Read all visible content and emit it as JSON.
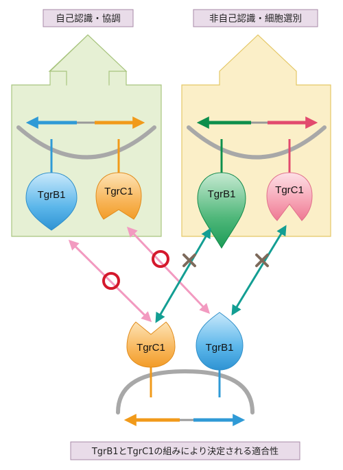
{
  "labels": {
    "left_title": "自己認識・協調",
    "right_title": "非自己認識・細胞選別",
    "bottom_caption": "TgrB1とTgrC1の組みにより決定される適合性"
  },
  "proteins": {
    "left_b1": "TgrB1",
    "left_c1": "TgrC1",
    "right_b1": "TgrB1",
    "right_c1": "TgrC1",
    "bottom_c1": "TgrC1",
    "bottom_b1": "TgrB1"
  },
  "colors": {
    "left_fill": "#e6f0d4",
    "left_stroke": "#a8c47e",
    "right_fill": "#fbefc8",
    "right_stroke": "#e4c766",
    "label_box_fill": "#e9dce9",
    "label_box_stroke": "#a78aa7",
    "blue": "#2f9ad6",
    "orange": "#f19a1a",
    "green": "#0d8f4c",
    "red_pink": "#e24a6e",
    "compatible_arrow": "#f29ac0",
    "incompatible_arrow": "#139e93",
    "circle_mark": "#d4182c",
    "cross_mark": "#7d6a5b",
    "gray_arc": "#a8a8a8"
  },
  "marks": {
    "compatible": "circle",
    "incompatible": "cross"
  }
}
